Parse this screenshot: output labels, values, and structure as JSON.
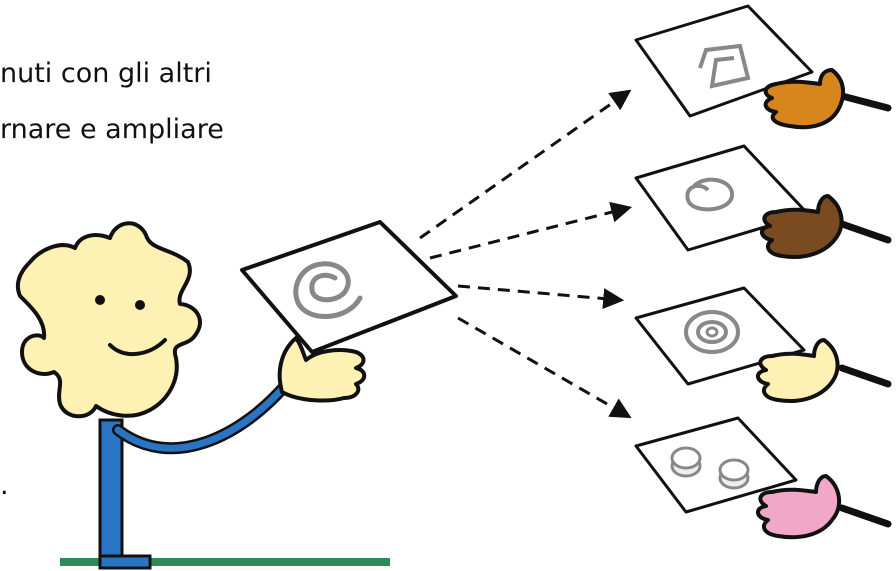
{
  "text": {
    "line_1": "nuti con gli altri",
    "line_2": "rnare e ampliare",
    "line_3": "."
  },
  "colors": {
    "puzzle_head": "#fdf2b3",
    "arm_blue": "#2a74c4",
    "ground_green": "#2e8b57",
    "hand_orange": "#d7861e",
    "hand_brown": "#7a4a21",
    "hand_pale": "#fdf2b3",
    "hand_pink": "#f1a8c8"
  },
  "icons": [
    "puzzle-person",
    "sheet-spiral",
    "dashed-arrow",
    "receiving-hand",
    "coins-icon"
  ]
}
